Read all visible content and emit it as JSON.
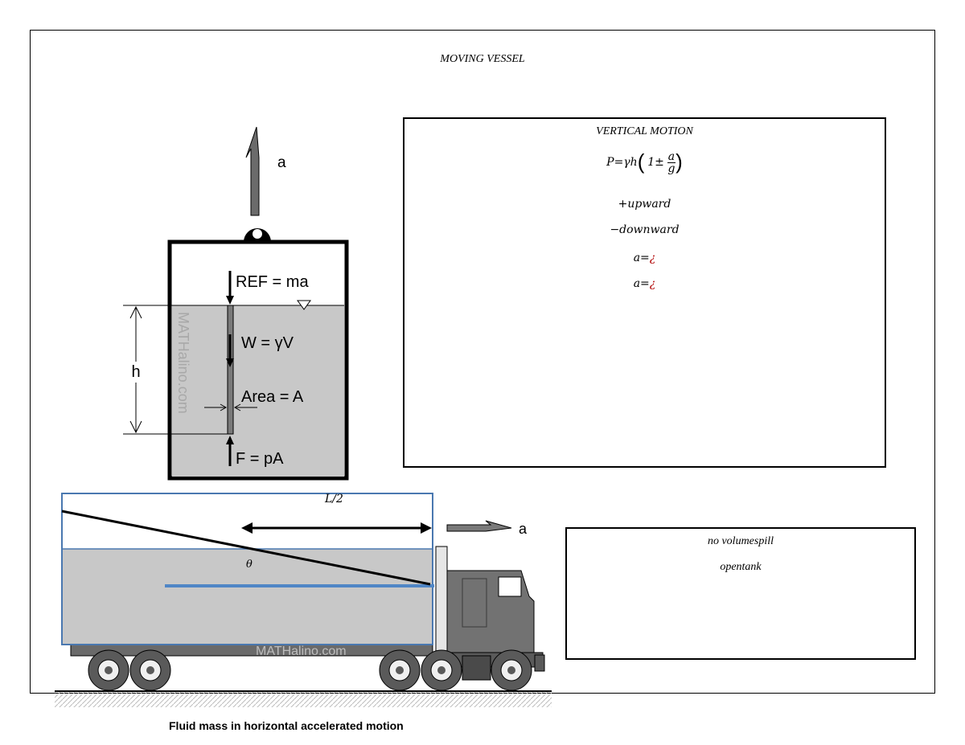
{
  "page": {
    "title": "MOVING VESSEL"
  },
  "vertical_motion": {
    "title": "VERTICAL MOTION",
    "formula_main": "P=γh",
    "formula_inner": "1±",
    "formula_num": "a",
    "formula_den": "g",
    "plus_note": "+upward",
    "minus_note": "−downward",
    "a_line_1_left": "a=",
    "a_line_1_right": "¿",
    "a_line_2_left": "a=",
    "a_line_2_right": "¿"
  },
  "horizontal_motion": {
    "line_1": "no volumespill",
    "line_2": "opentank"
  },
  "figure_vertical": {
    "accel_label": "a",
    "ref_label": "REF = ma",
    "weight_label": "W = γV",
    "area_label": "Area = A",
    "force_label": "F = pA",
    "height_label": "h",
    "watermark": "MATHalino.com"
  },
  "figure_horizontal": {
    "length_label": "L/2",
    "theta_label": "θ",
    "accel_label": "a",
    "watermark": "MATHalino.com",
    "caption": "Fluid mass in horizontal accelerated motion"
  },
  "colors": {
    "fluid": "#c8c8c8",
    "frame_blue": "#4a78b0",
    "line_blue": "#4f86c6",
    "truck": "#6e6e6e"
  }
}
